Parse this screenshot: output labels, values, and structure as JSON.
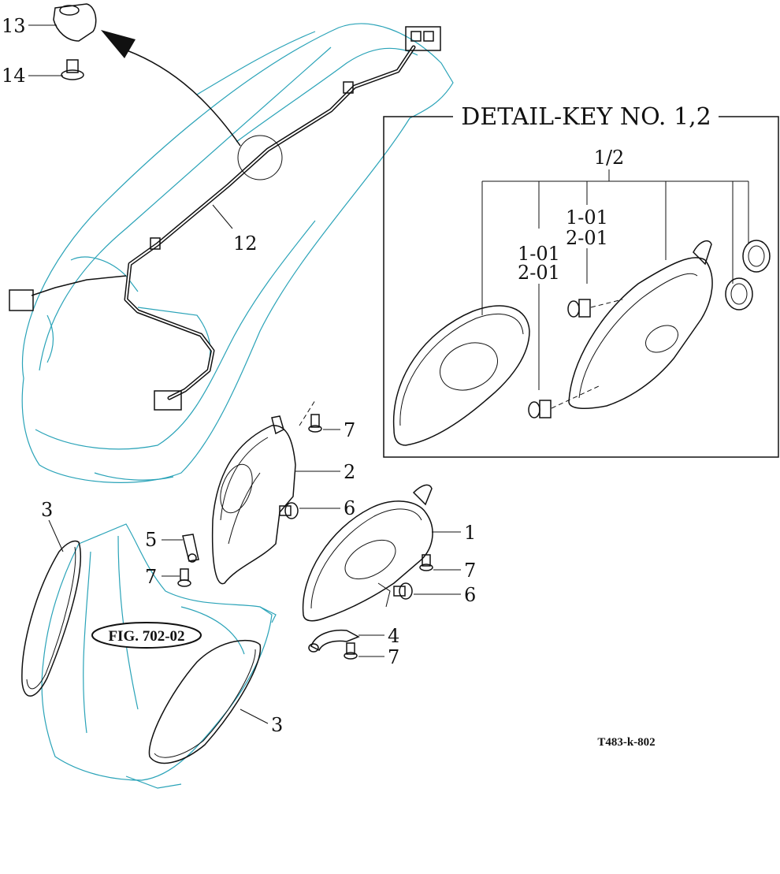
{
  "diagram": {
    "drawing_code": "T483-k-802",
    "figure_ref": "FIG. 702-02",
    "detail": {
      "title": "DETAIL-KEY NO. 1,2",
      "group_label": "1/2",
      "bulb_label_upper": [
        "1-01",
        "2-01"
      ],
      "bulb_label_lower": [
        "1-01",
        "2-01"
      ]
    },
    "callouts": {
      "p1": "1",
      "p2": "2",
      "p3_left": "3",
      "p3_right": "3",
      "p4": "4",
      "p5": "5",
      "p6_upper": "6",
      "p6_lower": "6",
      "p7_top": "7",
      "p7_left": "7",
      "p7_mid": "7",
      "p7_bottom": "7",
      "p12": "12",
      "p13": "13",
      "p14": "14"
    },
    "colors": {
      "ghost_part": "#2aa3b8",
      "line": "#111111"
    }
  }
}
